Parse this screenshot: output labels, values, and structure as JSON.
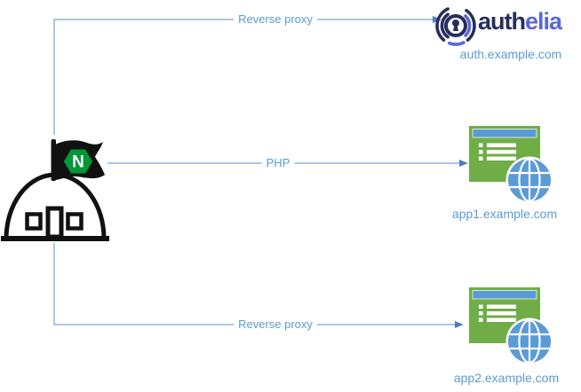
{
  "nodes": {
    "nginx": {
      "flag_letter": "N"
    },
    "authelia": {
      "wordmark_dark": "auth",
      "wordmark_light": "elia",
      "caption": "auth.example.com"
    },
    "app1": {
      "caption": "app1.example.com"
    },
    "app2": {
      "caption": "app2.example.com"
    }
  },
  "connectors": [
    {
      "label": "Reverse proxy"
    },
    {
      "label": "PHP"
    },
    {
      "label": "Reverse proxy"
    }
  ],
  "colors": {
    "connector_line": "#a9c6e5",
    "connector_arrow": "#4d7ebf",
    "diagram_text": "#5b9bd5",
    "app_green": "#70ad47",
    "app_blue": "#5b9bd5",
    "authelia_navy": "#252e5c",
    "authelia_indigo": "#5a68d6",
    "nginx_green": "#009639",
    "outline_black": "#111111"
  }
}
